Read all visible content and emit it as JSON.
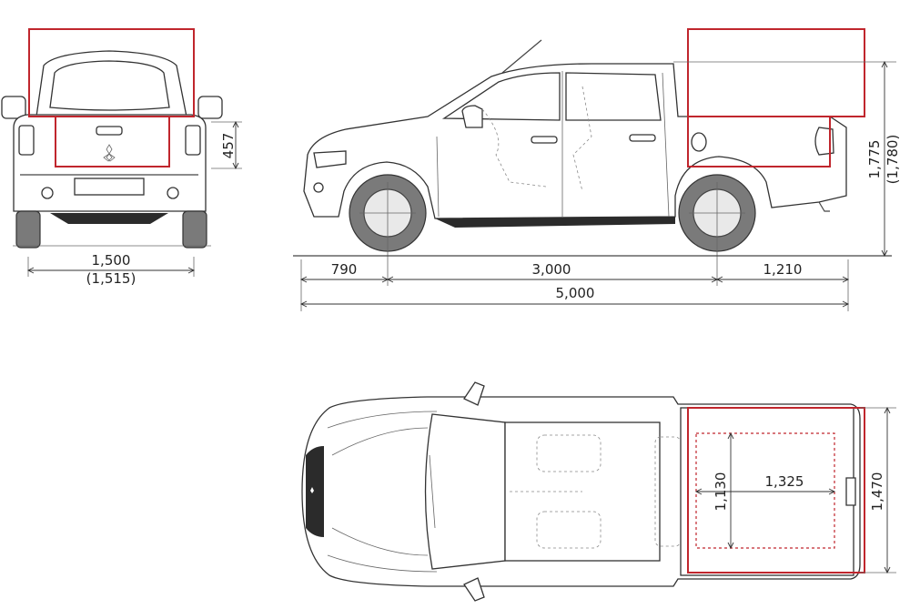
{
  "dimensions": {
    "rear_track": "1,500",
    "rear_track_alt": "(1,515)",
    "tailgate_height": "457",
    "front_overhang": "790",
    "wheelbase": "3,000",
    "rear_overhang": "1,210",
    "overall_length": "5,000",
    "overall_height": "1,775",
    "overall_height_alt": "(1,780)",
    "bed_width_between_wheels": "1,130",
    "bed_length": "1,325",
    "bed_width": "1,470"
  },
  "colors": {
    "highlight": "#c0262d",
    "line": "#333333",
    "tire": "#7a7a7a"
  }
}
